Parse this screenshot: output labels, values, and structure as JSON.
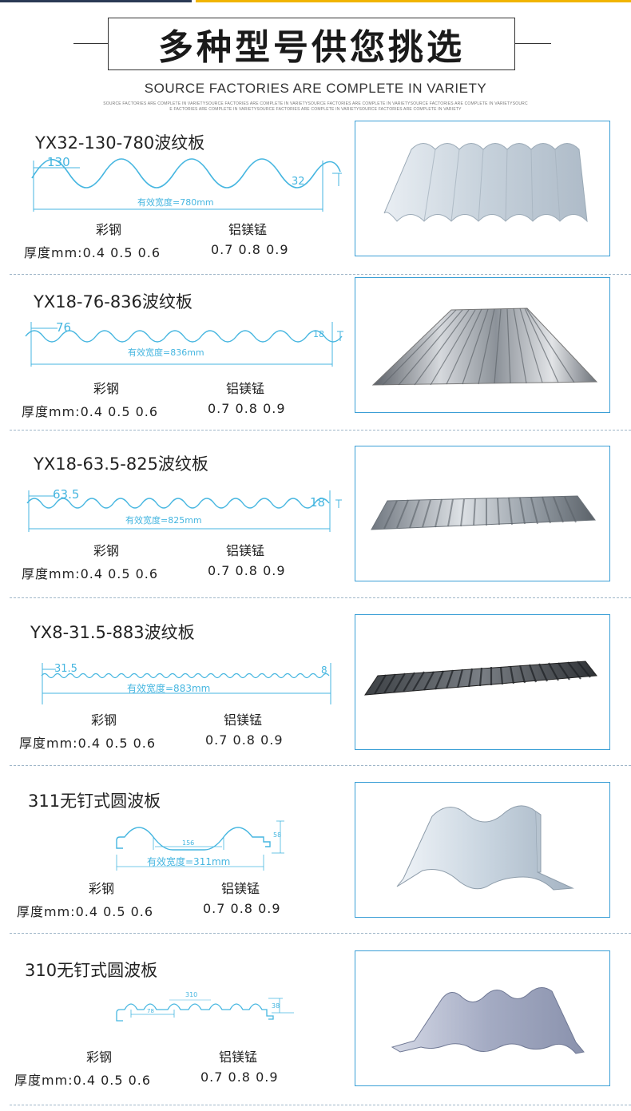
{
  "header": {
    "title": "多种型号供您挑选",
    "subtitle": "SOURCE FACTORIES ARE COMPLETE IN VARIETY",
    "small_line_1": "SOURCE FACTORIES ARE COMPLETE IN VARIETYSOURCE FACTORIES ARE COMPLETE IN VARIETYSOURCE FACTORIES ARE COMPLETE IN VARIETYSOURCE FACTORIES ARE COMPLETE IN VARIETYSOURC",
    "small_line_2": "E FACTORIES ARE COMPLETE IN VARIETYSOURCE FACTORIES ARE COMPLETE IN VARIETYSOURCE FACTORIES ARE COMPLETE IN VARIETY"
  },
  "colors": {
    "dimension": "#46b6e0",
    "frame": "#3b9fd6",
    "top_left_bar": "#2a3a55",
    "top_right_bar": "#f1b400"
  },
  "products": [
    {
      "name": "YX32-130-780波纹板",
      "pitch": "130",
      "height": "32",
      "width_label": "有效宽度=780mm",
      "col1": "彩钢",
      "col2": "铝镁锰",
      "thickness_color": "厚度mm:0.4 0.5 0.6",
      "thickness_alu": "0.7 0.8 0.9"
    },
    {
      "name": "YX18-76-836波纹板",
      "pitch": "76",
      "height": "18",
      "width_label": "有效宽度=836mm",
      "col1": "彩钢",
      "col2": "铝镁锰",
      "thickness_color": "厚度mm:0.4 0.5 0.6",
      "thickness_alu": "0.7 0.8 0.9"
    },
    {
      "name": "YX18-63.5-825波纹板",
      "pitch": "63.5",
      "height": "18",
      "width_label": "有效宽度=825mm",
      "col1": "彩钢",
      "col2": "铝镁锰",
      "thickness_color": "厚度mm:0.4 0.5 0.6",
      "thickness_alu": "0.7 0.8 0.9"
    },
    {
      "name": "YX8-31.5-883波纹板",
      "pitch": "31.5",
      "height": "8",
      "width_label": "有效宽度=883mm",
      "col1": "彩钢",
      "col2": "铝镁锰",
      "thickness_color": "厚度mm:0.4 0.5 0.6",
      "thickness_alu": "0.7 0.8 0.9"
    },
    {
      "name": "311无钉式圆波板",
      "pitch": "156",
      "height": "58",
      "width_label": "有效宽度=311mm",
      "col1": "彩钢",
      "col2": "铝镁锰",
      "thickness_color": "厚度mm:0.4 0.5 0.6",
      "thickness_alu": "0.7 0.8 0.9"
    },
    {
      "name": "310无钉式圆波板",
      "pitch": "78",
      "height": "38",
      "width_label": "310",
      "col1": "彩钢",
      "col2": "铝镁锰",
      "thickness_color": "厚度mm:0.4 0.5 0.6",
      "thickness_alu": "0.7 0.8 0.9"
    }
  ]
}
